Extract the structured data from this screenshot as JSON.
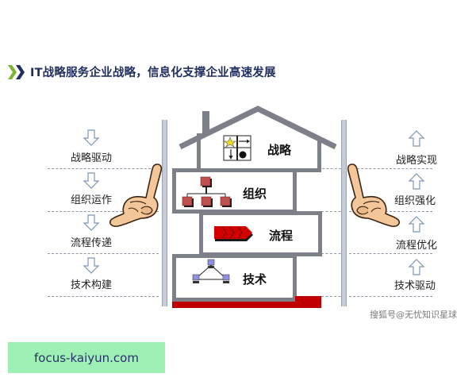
{
  "header": {
    "title": "IT战略服务企业战略，信息化支撑企业高速发展",
    "icon": "double-chevron-right-icon",
    "colors": {
      "chevron_green": "#7ab62e",
      "chevron_navy": "#1f2e5e",
      "title": "#1f2e5e"
    }
  },
  "left_column": {
    "arrow_direction": "down",
    "items": [
      {
        "label": "战略驱动"
      },
      {
        "label": "组织运作"
      },
      {
        "label": "流程传递"
      },
      {
        "label": "技术构建"
      }
    ]
  },
  "right_column": {
    "arrow_direction": "up",
    "items": [
      {
        "label": "战略实现"
      },
      {
        "label": "组织强化"
      },
      {
        "label": "流程优化"
      },
      {
        "label": "技术驱动"
      }
    ]
  },
  "house": {
    "floors": [
      {
        "label": "战略",
        "icon": "strategy-matrix-icon"
      },
      {
        "label": "组织",
        "icon": "org-chart-icon"
      },
      {
        "label": "流程",
        "icon": "process-chevrons-icon"
      },
      {
        "label": "技术",
        "icon": "network-computers-icon"
      }
    ],
    "colors": {
      "wall": "#7d8089",
      "foundation": "#c00000",
      "org_box": "#c0504d",
      "process": "#d40000"
    }
  },
  "hands": {
    "left": "pointing-hand-icon",
    "right": "pointing-hand-icon"
  },
  "watermark": "搜狐号@无忧知识星球",
  "footer_badge": {
    "text": "focus-kaiyun.com",
    "bg": "#9ff0b4"
  }
}
